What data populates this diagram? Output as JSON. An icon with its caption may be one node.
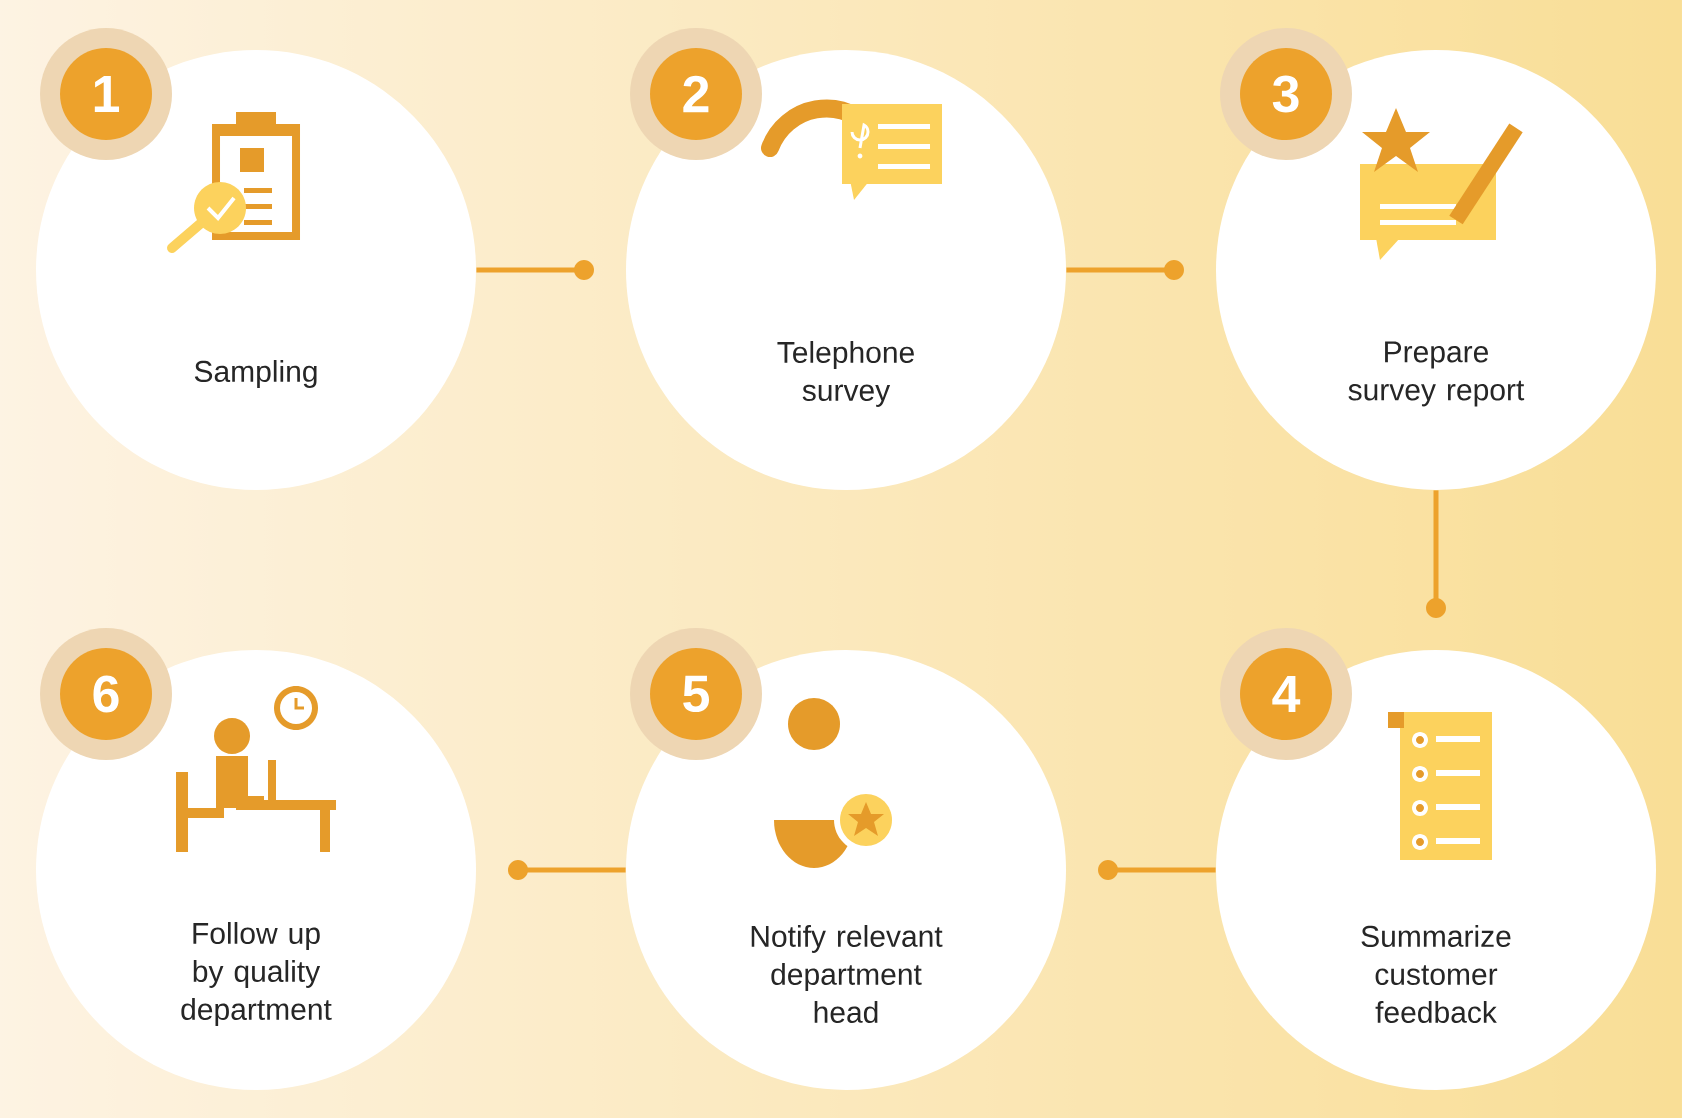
{
  "diagram": {
    "nodes": [
      {
        "text": [
          "1",
          "Sampling"
        ]
      },
      {
        "text": [
          "2",
          "Telephone survey"
        ]
      },
      {
        "text": [
          "3",
          "Prepare survey report"
        ]
      },
      {
        "text": [
          "4",
          "Summarize customer feedback"
        ]
      },
      {
        "text": [
          "5",
          "Notify relevant department head"
        ]
      },
      {
        "text": [
          "6",
          "Follow up by quality department"
        ]
      }
    ],
    "edges": [
      {
        "from": 0,
        "to": 1,
        "arrow": "other"
      },
      {
        "from": 1,
        "to": 2,
        "arrow": "other"
      },
      {
        "from": 2,
        "to": 3,
        "arrow": "other"
      },
      {
        "from": 3,
        "to": 4,
        "arrow": "other"
      },
      {
        "from": 4,
        "to": 5,
        "arrow": "other"
      }
    ]
  }
}
